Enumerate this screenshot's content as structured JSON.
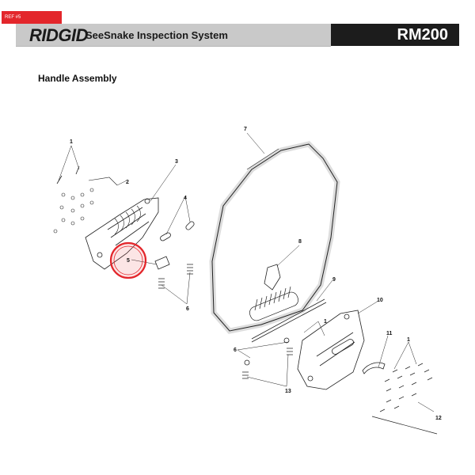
{
  "tag": {
    "text": "REF #5"
  },
  "header": {
    "brand": "RIDGID",
    "system": "SeeSnake Inspection System",
    "model": "RM200"
  },
  "page": {
    "title": "Handle Assembly"
  },
  "callouts": [
    "1",
    "2",
    "3",
    "4",
    "5",
    "6",
    "7",
    "8",
    "9",
    "10",
    "11",
    "1",
    "6",
    "13",
    "12"
  ],
  "highlight": {
    "callout": "5",
    "color": "#e3262b"
  }
}
